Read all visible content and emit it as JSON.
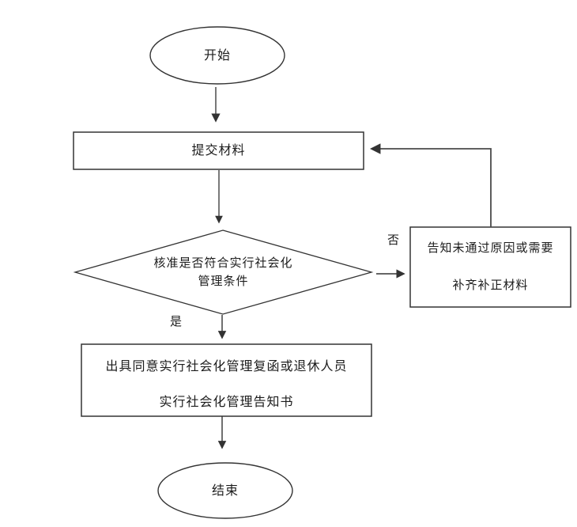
{
  "flowchart": {
    "nodes": {
      "start": {
        "label": "开始",
        "shape": "ellipse"
      },
      "submit": {
        "label": "提交材料",
        "shape": "rectangle"
      },
      "decision": {
        "line1": "核准是否符合实行社会化",
        "line2": "管理条件",
        "shape": "diamond"
      },
      "notify": {
        "line1": "告知未通过原因或需要",
        "line2": "补齐补正材料",
        "shape": "rectangle"
      },
      "issue": {
        "line1": "出具同意实行社会化管理复函或退休人员",
        "line2": "实行社会化管理告知书",
        "shape": "rectangle"
      },
      "end": {
        "label": "结束",
        "shape": "ellipse"
      }
    },
    "edges": {
      "yes_label": "是",
      "no_label": "否"
    },
    "colors": {
      "line": "#333333",
      "text": "#1c1c1c",
      "background": "#ffffff"
    }
  }
}
